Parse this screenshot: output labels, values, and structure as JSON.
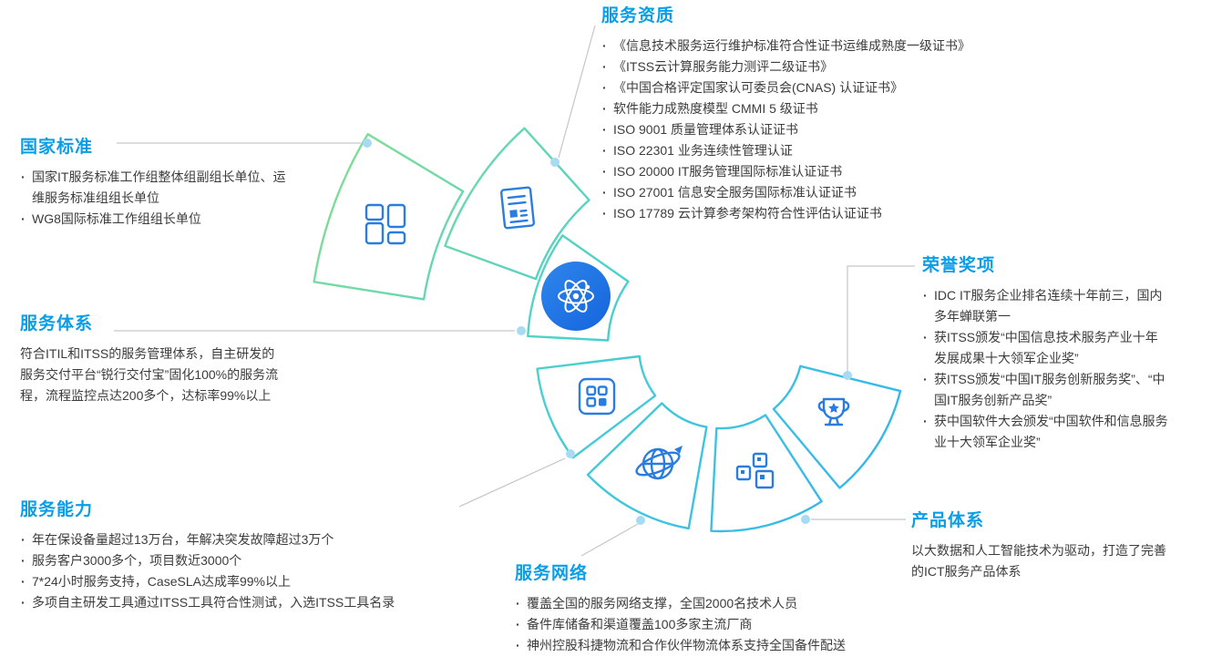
{
  "palette": {
    "heading_color": "#0a9ee8",
    "body_color": "#3c3c3c",
    "ring_gradient": [
      "#86df8e",
      "#46cfd2",
      "#2fb2f2"
    ],
    "icon_color": "#2a7de0",
    "hub_gradient": [
      "#2f86ec",
      "#1565dc"
    ],
    "connector_color": "#c6c6c6",
    "dot_color": "#a9daf3"
  },
  "ring": {
    "icons": [
      "dashboard-icon",
      "certificate-icon",
      "atom-icon",
      "apps-grid-icon",
      "globe-icon",
      "cubes-icon",
      "trophy-icon"
    ]
  },
  "sections": {
    "national_standards": {
      "title": "国家标准",
      "items": [
        "国家IT服务标准工作组整体组副组长单位、运维服务标准组组长单位",
        "WG8国际标准工作组组长单位"
      ]
    },
    "service_qualifications": {
      "title": "服务资质",
      "items": [
        "《信息技术服务运行维护标准符合性证书运维成熟度一级证书》",
        "《ITSS云计算服务能力测评二级证书》",
        "《中国合格评定国家认可委员会(CNAS) 认证证书》",
        "软件能力成熟度模型 CMMI 5 级证书",
        "ISO 9001 质量管理体系认证证书",
        "ISO 22301 业务连续性管理认证",
        "ISO 20000 IT服务管理国际标准认证证书",
        "ISO 27001 信息安全服务国际标准认证证书",
        "ISO 17789 云计算参考架构符合性评估认证证书"
      ]
    },
    "honors": {
      "title": "荣誉奖项",
      "items": [
        "IDC IT服务企业排名连续十年前三，国内多年蝉联第一",
        "获ITSS颁发“中国信息技术服务产业十年发展成果十大领军企业奖”",
        "获ITSS颁发“中国IT服务创新服务奖”、“中国IT服务创新产品奖”",
        "获中国软件大会颁发“中国软件和信息服务业十大领军企业奖”"
      ]
    },
    "service_system": {
      "title": "服务体系",
      "paragraph": "符合ITIL和ITSS的服务管理体系，自主研发的服务交付平台“锐行交付宝”固化100%的服务流程，流程监控点达200多个，达标率99%以上"
    },
    "service_capability": {
      "title": "服务能力",
      "items": [
        "年在保设备量超过13万台，年解决突发故障超过3万个",
        "服务客户3000多个，项目数近3000个",
        "7*24小时服务支持，CaseSLA达成率99%以上",
        "多项自主研发工具通过ITSS工具符合性测试，入选ITSS工具名录"
      ]
    },
    "service_network": {
      "title": "服务网络",
      "items": [
        "覆盖全国的服务网络支撑，全国2000名技术人员",
        "备件库储备和渠道覆盖100多家主流厂商",
        "神州控股科捷物流和合作伙伴物流体系支持全国备件配送"
      ]
    },
    "product_system": {
      "title": "产品体系",
      "paragraph": "以大数据和人工智能技术为驱动，打造了完善的ICT服务产品体系"
    }
  }
}
